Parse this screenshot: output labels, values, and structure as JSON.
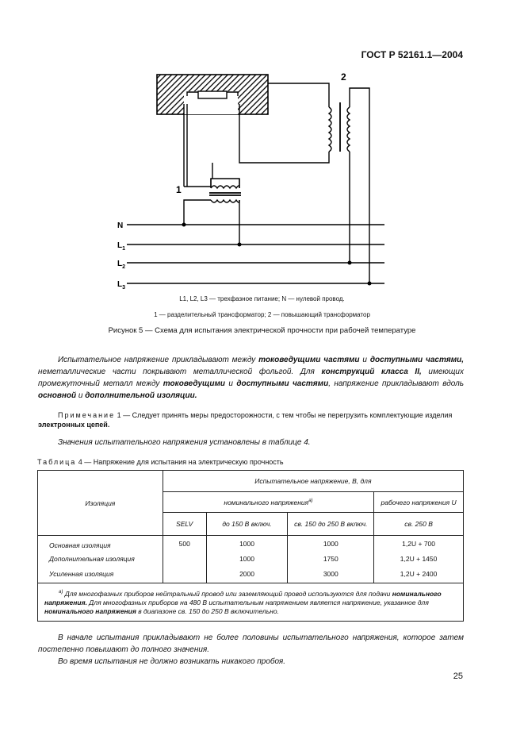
{
  "header": {
    "standard": "ГОСТ Р 52161.1—2004"
  },
  "figure": {
    "label_1": "1",
    "label_2": "2",
    "line_labels": [
      "N",
      "L1",
      "L2",
      "L3"
    ],
    "legend_line1": "L1, L2, L3 — трехфазное питание; N — нулевой провод.",
    "legend_line2": "1 — разделительный трансформатор; 2 — повышающий трансформатор",
    "caption": "Рисунок 5 — Схема для испытания электрической прочности при рабочей температуре"
  },
  "para1": {
    "t1": "Испытательное напряжение прикладывают между ",
    "b1": "токоведущими частями",
    "t2": " и ",
    "b2": "доступными частями,",
    "t3": " неметаллические части покрывают металлической фольгой. Для ",
    "b3": "конструкций класса II,",
    "t4": " имеющих промежуточный металл между ",
    "b4": "токоведущими",
    "t5": " и ",
    "b5": "доступными частями",
    "t6": ", напряжение прикладывают вдоль ",
    "b6": "основной",
    "t7": " и ",
    "b7": "дополнительной изоляции."
  },
  "note1": {
    "label": "Примечание",
    "t1": " 1 — Следует принять меры предосторожности, с тем чтобы не перегрузить комплектующие изделия ",
    "b1": "электронных цепей."
  },
  "para2": "Значения испытательного напряжения установлены в таблице 4.",
  "table": {
    "caption_label": "Таблица",
    "caption_text": " 4 — Напряжение для испытания на электрическую прочность",
    "h_insulation": "Изоляция",
    "h_test_voltage": "Испытательное напряжение, В, для",
    "h_rated": "номинального напряжения",
    "h_rated_sup": "а)",
    "h_working": "рабочего напряжения U",
    "sub": [
      "SELV",
      "до 150 В включ.",
      "св. 150 до 250 В включ.",
      "св. 250 В"
    ],
    "rows": [
      [
        "Основная изоляция",
        "500",
        "1000",
        "1000",
        "1,2U + 700"
      ],
      [
        "Дополнительная изоляция",
        "",
        "1000",
        "1750",
        "1,2U + 1450"
      ],
      [
        "Усиленная изоляция",
        "",
        "2000",
        "3000",
        "1,2U + 2400"
      ]
    ],
    "footnote": {
      "sup": "а)",
      "t1": " Для многофазных приборов нейтральный провод или заземляющий провод используются для подачи ",
      "b1": "номинального напряжения.",
      "t2": " Для многофазных приборов на 480 В испытательным напряжением является напряжение, указанное для ",
      "b2": "номинального напряжения",
      "t3": " в диапазоне св. 150 до 250 В включительно."
    }
  },
  "para3": "В начале испытания прикладывают не более половины испытательного напряжения, которое затем постепенно повышают до полного значения.",
  "para4": "Во время испытания не должно возникать никакого пробоя.",
  "page_number": "25"
}
